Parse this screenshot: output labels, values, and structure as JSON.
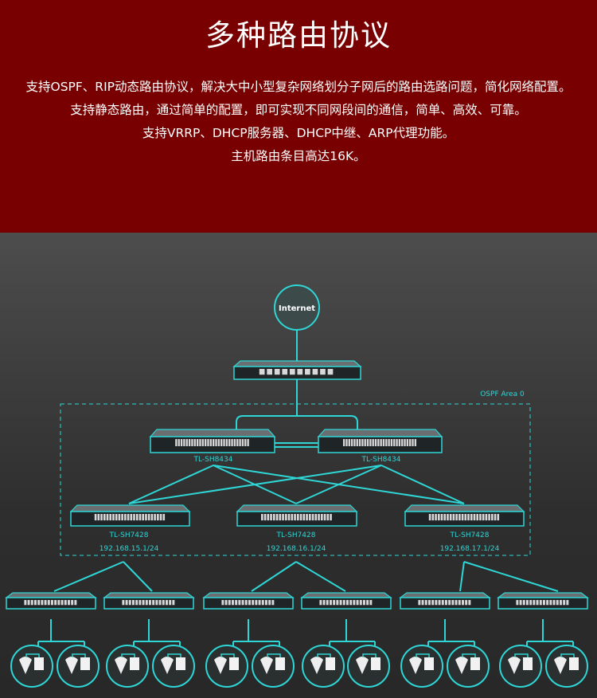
{
  "header": {
    "title": "多种路由协议",
    "lines": [
      "支持OSPF、RIP动态路由协议，解决大中小型复杂网络划分子网后的路由选路问题，简化网络配置。",
      "支持静态路由，通过简单的配置，即可实现不同网段间的通信，简单、高效、可靠。",
      "支持VRRP、DHCP服务器、DHCP中继、ARP代理功能。",
      "主机路由条目高达16K。"
    ]
  },
  "diagram": {
    "accent_color": "#2fd6d6",
    "internet_label": "Internet",
    "area_label": "OSPF Area 0",
    "core": [
      {
        "model": "TL-SH8434"
      },
      {
        "model": "TL-SH8434"
      }
    ],
    "distribution": [
      {
        "model": "TL-SH7428",
        "subnet": "192.168.15.1/24"
      },
      {
        "model": "TL-SH7428",
        "subnet": "192.168.16.1/24"
      },
      {
        "model": "TL-SH7428",
        "subnet": "192.168.17.1/24"
      }
    ]
  }
}
